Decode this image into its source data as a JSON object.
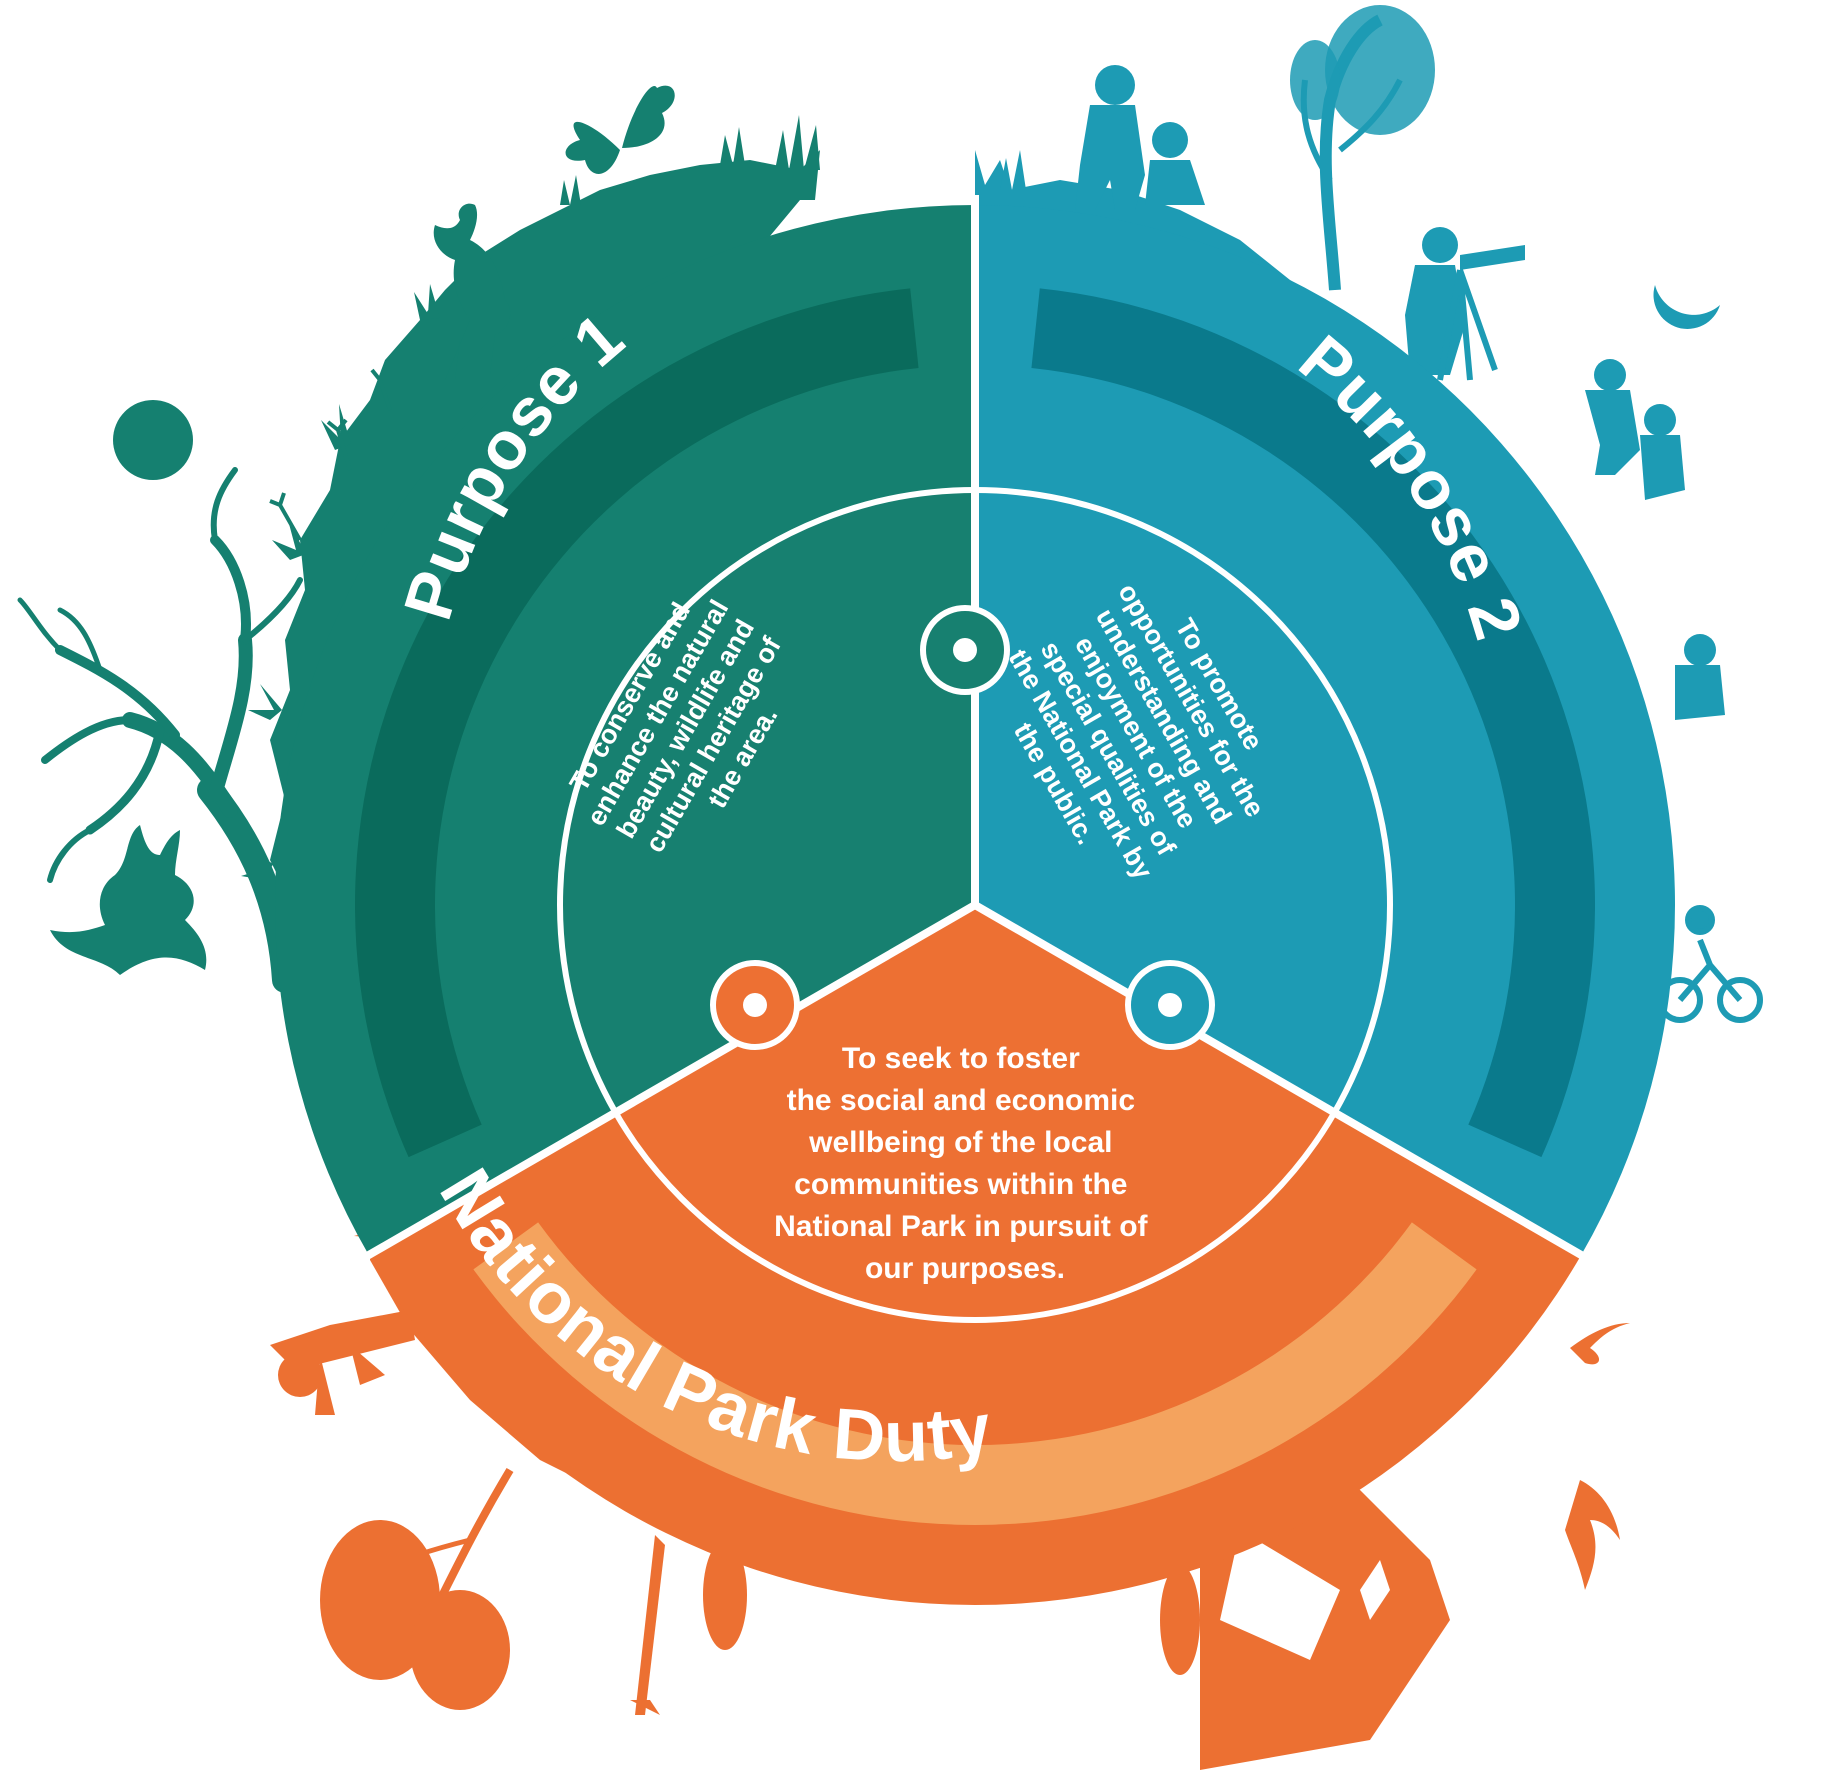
{
  "colors": {
    "purpose1_outer": "#158070",
    "purpose1_band": "#0a6b5c",
    "purpose1_inner": "#178070",
    "purpose2_outer": "#1d9bb4",
    "purpose2_band": "#0a7a8c",
    "purpose2_inner": "#1d9bb4",
    "duty_outer": "#ec7032",
    "duty_band": "#f4a35e",
    "duty_inner": "#ed7033",
    "divider": "#ffffff"
  },
  "segments": {
    "purpose1": {
      "label": "Purpose 1",
      "lines": [
        "To conserve and",
        "enhance the natural",
        "beauty, wildlife and",
        "cultural heritage of",
        "the area."
      ]
    },
    "purpose2": {
      "label": "Purpose 2",
      "lines": [
        "To promote",
        "opportunities for the",
        "understanding and",
        "enjoyment of the",
        "special qualities of",
        "the National Park by",
        "the public."
      ]
    },
    "duty": {
      "label": "National Park Duty",
      "lines": [
        "To seek to foster",
        "the social and economic",
        "wellbeing of the local",
        "communities within the",
        "National Park in pursuit of",
        "our purposes."
      ]
    }
  },
  "silhouettes": {
    "purpose1": [
      "butterfly-icon",
      "sun-icon",
      "deer-icon",
      "tree-icon",
      "owl-icon",
      "grass-icon"
    ],
    "purpose2": [
      "walkers-icon",
      "photographer-icon",
      "tree-icon",
      "moon-icon",
      "hikers-icon",
      "cyclists-icon"
    ],
    "duty": [
      "farmer-icon",
      "tree-icon",
      "buildings-icon",
      "bird-icon",
      "bus-icon"
    ]
  }
}
